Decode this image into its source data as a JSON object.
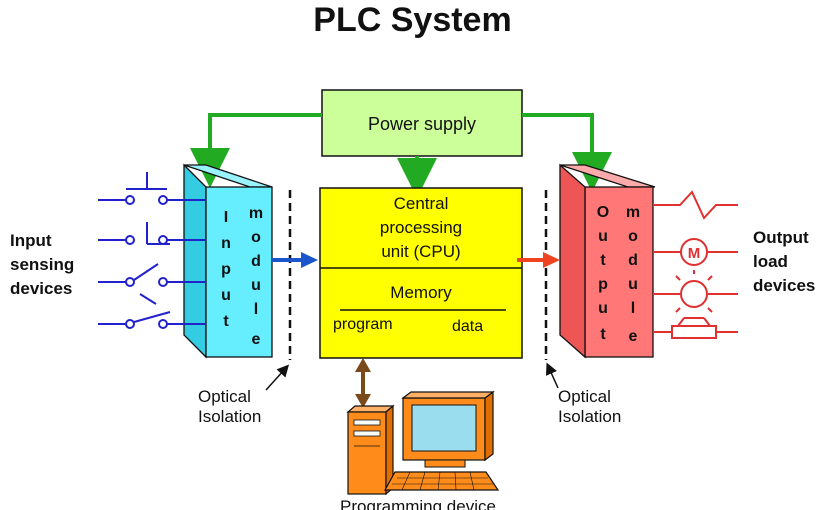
{
  "title": "PLC System",
  "power_supply": {
    "label": "Power supply"
  },
  "cpu": {
    "label_lines": [
      "Central",
      "processing",
      "unit (CPU)"
    ],
    "memory_label": "Memory",
    "program_label": "program",
    "data_label": "data"
  },
  "input_module": {
    "letters_col1": [
      "I",
      "n",
      "p",
      "u",
      "t"
    ],
    "letters_col2": [
      "m",
      "o",
      "d",
      "u",
      "l",
      "e"
    ]
  },
  "output_module": {
    "letters_col1": [
      "O",
      "u",
      "t",
      "p",
      "u",
      "t"
    ],
    "letters_col2": [
      "m",
      "o",
      "d",
      "u",
      "l",
      "e"
    ]
  },
  "input_devices": {
    "label_lines": [
      "Input",
      "sensing",
      "devices"
    ]
  },
  "output_devices": {
    "label_lines": [
      "Output",
      "load",
      "devices"
    ],
    "motor_symbol": "M"
  },
  "optical_isolation_left": {
    "label_lines": [
      "Optical",
      "Isolation"
    ]
  },
  "optical_isolation_right": {
    "label_lines": [
      "Optical",
      "Isolation"
    ]
  },
  "programming_device": {
    "label": "Programming device"
  },
  "colors": {
    "power_supply_fill": "#ccff99",
    "cpu_fill": "#ffff00",
    "input_module_fill": "#66eeff",
    "output_module_fill": "#ff7777",
    "power_line": "#22aa22",
    "input_wiring": "#2222cc",
    "output_wiring": "#e03030",
    "input_arrow": "#1a55cc",
    "output_arrow": "#ee4422",
    "link_arrow": "#7a4a1a",
    "computer_orange": "#ff8c1a",
    "screen_fill": "#99ddee"
  }
}
